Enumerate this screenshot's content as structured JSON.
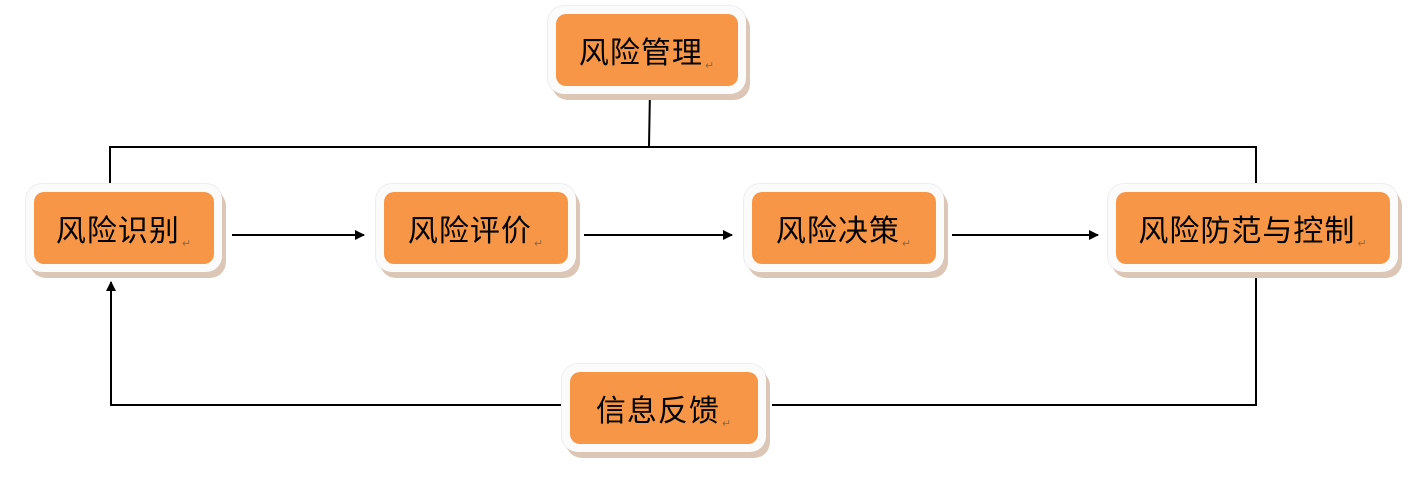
{
  "nodes": {
    "management": "风险管理",
    "identify": "风险识别",
    "evaluate": "风险评价",
    "decide": "风险决策",
    "control": "风险防范与控制",
    "feedback": "信息反馈"
  },
  "paragraph_mark": "↵",
  "colors": {
    "node_fill": "#f79646",
    "node_frame": "#fbfbfb",
    "node_shadow": "#dcc6b6",
    "connector": "#000000"
  }
}
